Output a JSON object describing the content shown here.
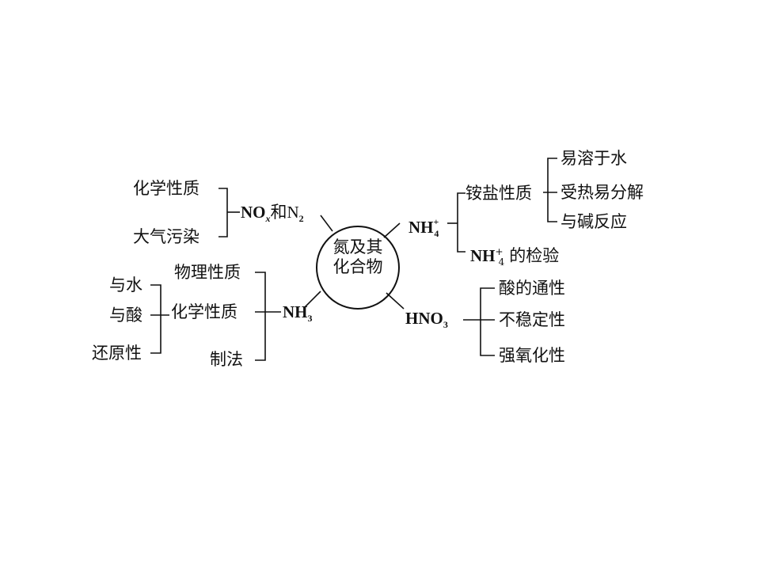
{
  "center": {
    "line1": "氮及其",
    "line2": "化合物"
  },
  "nox_branch": {
    "label_pre": "NO",
    "label_sub": "x",
    "label_mid": "和N",
    "label_sub2": "2",
    "items": [
      "化学性质",
      "大气污染"
    ]
  },
  "nh3_branch": {
    "label": "NH",
    "label_sub": "3",
    "items": [
      "物理性质",
      "化学性质",
      "制法"
    ],
    "chem_items": [
      "与水",
      "与酸",
      "还原性"
    ]
  },
  "nh4_branch": {
    "label": "NH",
    "label_sup": "+",
    "label_sub": "4",
    "items": [
      "铵盐性质",
      "NH的检验"
    ],
    "test_pre": "NH",
    "test_sup": "+",
    "test_sub": "4",
    "test_post": "的检验",
    "salt_items": [
      "易溶于水",
      "受热易分解",
      "与碱反应"
    ]
  },
  "hno3_branch": {
    "label": "HNO",
    "label_sub": "3",
    "items": [
      "酸的通性",
      "不稳定性",
      "强氧化性"
    ]
  }
}
